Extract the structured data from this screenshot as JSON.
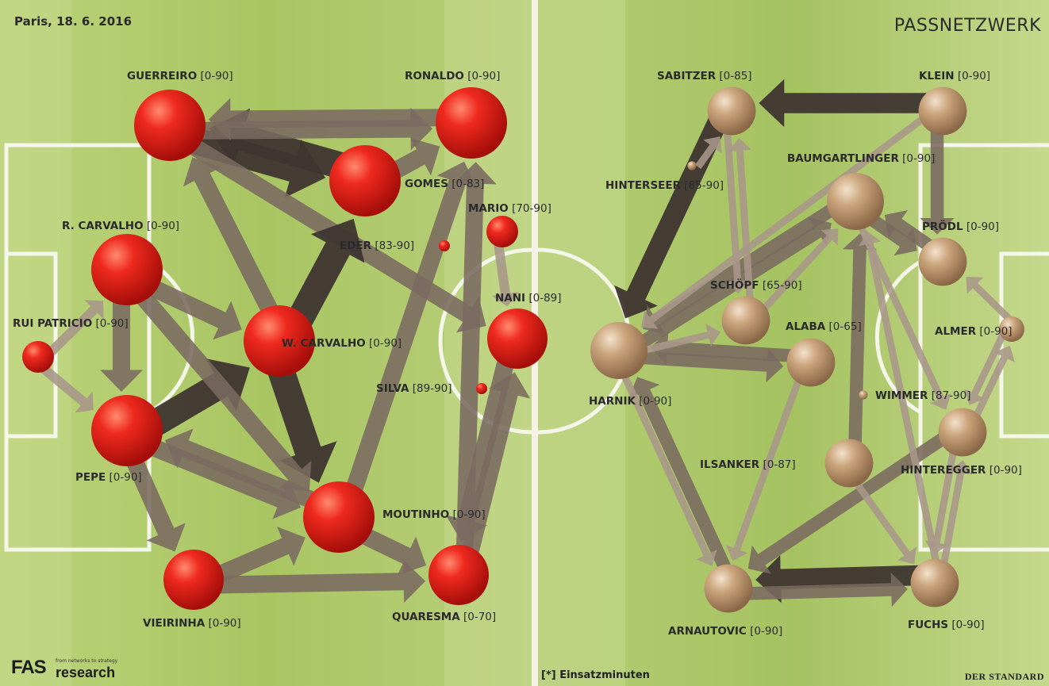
{
  "header": {
    "date_place": "Paris, 18. 6. 2016",
    "title": "PASSNETZWERK"
  },
  "footer": {
    "brand_main": "FAS",
    "brand_tagline": "from networks to strategy",
    "brand_sub": "research",
    "footnote": "[*] Einsatzminuten",
    "newspaper": "DER STANDARD"
  },
  "colors": {
    "portugal_node": "#e8201b",
    "austria_node": "#c9a37a",
    "arrow_dark": "#3f3631",
    "arrow_mid": "#7a6a60",
    "arrow_light": "#a8968a",
    "pitch_green": "#a9c76a"
  },
  "networks": {
    "portugal": {
      "nodes": [
        {
          "id": "guerreiro",
          "name": "GUERREIRO",
          "minutes": "[0-90]",
          "size": 3
        },
        {
          "id": "ronaldo",
          "name": "RONALDO",
          "minutes": "[0-90]",
          "size": 3
        },
        {
          "id": "gomes",
          "name": "GOMES",
          "minutes": "[0-83]",
          "size": 3
        },
        {
          "id": "mario",
          "name": "MARIO",
          "minutes": "[70-90]",
          "size": 1
        },
        {
          "id": "eder",
          "name": "EDER",
          "minutes": "[83-90]",
          "size": 0
        },
        {
          "id": "rcarvalho",
          "name": "R. CARVALHO",
          "minutes": "[0-90]",
          "size": 3
        },
        {
          "id": "nani",
          "name": "NANI",
          "minutes": "[0-89]",
          "size": 2
        },
        {
          "id": "ruipatricio",
          "name": "RUI PATRICIO",
          "minutes": "[0-90]",
          "size": 1
        },
        {
          "id": "wcarvalho",
          "name": "W. CARVALHO",
          "minutes": "[0-90]",
          "size": 3
        },
        {
          "id": "silva",
          "name": "SILVA",
          "minutes": "[89-90]",
          "size": 0
        },
        {
          "id": "pepe",
          "name": "PEPE",
          "minutes": "[0-90]",
          "size": 3
        },
        {
          "id": "moutinho",
          "name": "MOUTINHO",
          "minutes": "[0-90]",
          "size": 3
        },
        {
          "id": "vieirinha",
          "name": "VIEIRINHA",
          "minutes": "[0-90]",
          "size": 2
        },
        {
          "id": "quaresma",
          "name": "QUARESMA",
          "minutes": "[0-70]",
          "size": 2
        }
      ],
      "edges": [
        {
          "from": "guerreiro",
          "to": "gomes",
          "weight": 3
        },
        {
          "from": "gomes",
          "to": "guerreiro",
          "weight": 3
        },
        {
          "from": "ronaldo",
          "to": "guerreiro",
          "weight": 2
        },
        {
          "from": "guerreiro",
          "to": "ronaldo",
          "weight": 2
        },
        {
          "from": "gomes",
          "to": "ronaldo",
          "weight": 2
        },
        {
          "from": "guerreiro",
          "to": "nani",
          "weight": 2
        },
        {
          "from": "pepe",
          "to": "wcarvalho",
          "weight": 3
        },
        {
          "from": "wcarvalho",
          "to": "moutinho",
          "weight": 3
        },
        {
          "from": "wcarvalho",
          "to": "gomes",
          "weight": 3
        },
        {
          "from": "wcarvalho",
          "to": "guerreiro",
          "weight": 2
        },
        {
          "from": "rcarvalho",
          "to": "pepe",
          "weight": 2
        },
        {
          "from": "rcarvalho",
          "to": "wcarvalho",
          "weight": 2
        },
        {
          "from": "rcarvalho",
          "to": "moutinho",
          "weight": 2
        },
        {
          "from": "ruipatricio",
          "to": "rcarvalho",
          "weight": 1
        },
        {
          "from": "ruipatricio",
          "to": "pepe",
          "weight": 1
        },
        {
          "from": "pepe",
          "to": "moutinho",
          "weight": 2
        },
        {
          "from": "moutinho",
          "to": "pepe",
          "weight": 2
        },
        {
          "from": "moutinho",
          "to": "quaresma",
          "weight": 2
        },
        {
          "from": "vieirinha",
          "to": "moutinho",
          "weight": 2
        },
        {
          "from": "vieirinha",
          "to": "quaresma",
          "weight": 2
        },
        {
          "from": "pepe",
          "to": "vieirinha",
          "weight": 2
        },
        {
          "from": "quaresma",
          "to": "ronaldo",
          "weight": 2
        },
        {
          "from": "quaresma",
          "to": "nani",
          "weight": 2
        },
        {
          "from": "moutinho",
          "to": "ronaldo",
          "weight": 2
        },
        {
          "from": "nani",
          "to": "quaresma",
          "weight": 2
        },
        {
          "from": "mario",
          "to": "nani",
          "weight": 1
        }
      ]
    },
    "austria": {
      "nodes": [
        {
          "id": "sabitzer",
          "name": "SABITZER",
          "minutes": "[0-85]",
          "size": 2
        },
        {
          "id": "klein",
          "name": "KLEIN",
          "minutes": "[0-90]",
          "size": 2
        },
        {
          "id": "hinterseer",
          "name": "HINTERSEER",
          "minutes": "[85-90]",
          "size": 0
        },
        {
          "id": "baumgartlinger",
          "name": "BAUMGARTLINGER",
          "minutes": "[0-90]",
          "size": 3
        },
        {
          "id": "prodl",
          "name": "PRÖDL",
          "minutes": "[0-90]",
          "size": 2
        },
        {
          "id": "schopf",
          "name": "SCHÖPF",
          "minutes": "[65-90]",
          "size": 2
        },
        {
          "id": "alaba",
          "name": "ALABA",
          "minutes": "[0-65]",
          "size": 2
        },
        {
          "id": "almer",
          "name": "ALMER",
          "minutes": "[0-90]",
          "size": 1
        },
        {
          "id": "harnik",
          "name": "HARNIK",
          "minutes": "[0-90]",
          "size": 3
        },
        {
          "id": "wimmer",
          "name": "WIMMER",
          "minutes": "[87-90]",
          "size": 0
        },
        {
          "id": "ilsanker",
          "name": "ILSANKER",
          "minutes": "[0-87]",
          "size": 2
        },
        {
          "id": "hinteregger",
          "name": "HINTEREGGER",
          "minutes": "[0-90]",
          "size": 2
        },
        {
          "id": "arnautovic",
          "name": "ARNAUTOVIC",
          "minutes": "[0-90]",
          "size": 2
        },
        {
          "id": "fuchs",
          "name": "FUCHS",
          "minutes": "[0-90]",
          "size": 2
        }
      ],
      "edges": [
        {
          "from": "klein",
          "to": "sabitzer",
          "weight": 3
        },
        {
          "from": "sabitzer",
          "to": "harnik",
          "weight": 3
        },
        {
          "from": "fuchs",
          "to": "arnautovic",
          "weight": 3
        },
        {
          "from": "arnautovic",
          "to": "fuchs",
          "weight": 2
        },
        {
          "from": "hinteregger",
          "to": "arnautovic",
          "weight": 2
        },
        {
          "from": "harnik",
          "to": "baumgartlinger",
          "weight": 2
        },
        {
          "from": "baumgartlinger",
          "to": "harnik",
          "weight": 2
        },
        {
          "from": "harnik",
          "to": "alaba",
          "weight": 2
        },
        {
          "from": "alaba",
          "to": "harnik",
          "weight": 2
        },
        {
          "from": "klein",
          "to": "prodl",
          "weight": 2
        },
        {
          "from": "prodl",
          "to": "baumgartlinger",
          "weight": 2
        },
        {
          "from": "baumgartlinger",
          "to": "prodl",
          "weight": 2
        },
        {
          "from": "almer",
          "to": "prodl",
          "weight": 1
        },
        {
          "from": "almer",
          "to": "hinteregger",
          "weight": 1
        },
        {
          "from": "hinteregger",
          "to": "almer",
          "weight": 1
        },
        {
          "from": "ilsanker",
          "to": "baumgartlinger",
          "weight": 2
        },
        {
          "from": "arnautovic",
          "to": "harnik",
          "weight": 2
        },
        {
          "from": "harnik",
          "to": "arnautovic",
          "weight": 1
        },
        {
          "from": "schopf",
          "to": "sabitzer",
          "weight": 1
        },
        {
          "from": "sabitzer",
          "to": "schopf",
          "weight": 1
        },
        {
          "from": "schopf",
          "to": "baumgartlinger",
          "weight": 1
        },
        {
          "from": "harnik",
          "to": "schopf",
          "weight": 1
        },
        {
          "from": "fuchs",
          "to": "baumgartlinger",
          "weight": 1
        },
        {
          "from": "fuchs",
          "to": "hinteregger",
          "weight": 1
        },
        {
          "from": "hinteregger",
          "to": "fuchs",
          "weight": 1
        },
        {
          "from": "alaba",
          "to": "arnautovic",
          "weight": 1
        },
        {
          "from": "ilsanker",
          "to": "fuchs",
          "weight": 1
        },
        {
          "from": "baumgartlinger",
          "to": "hinteregger",
          "weight": 1
        },
        {
          "from": "hinterseer",
          "to": "sabitzer",
          "weight": 1
        },
        {
          "from": "klein",
          "to": "harnik",
          "weight": 1
        }
      ]
    }
  }
}
